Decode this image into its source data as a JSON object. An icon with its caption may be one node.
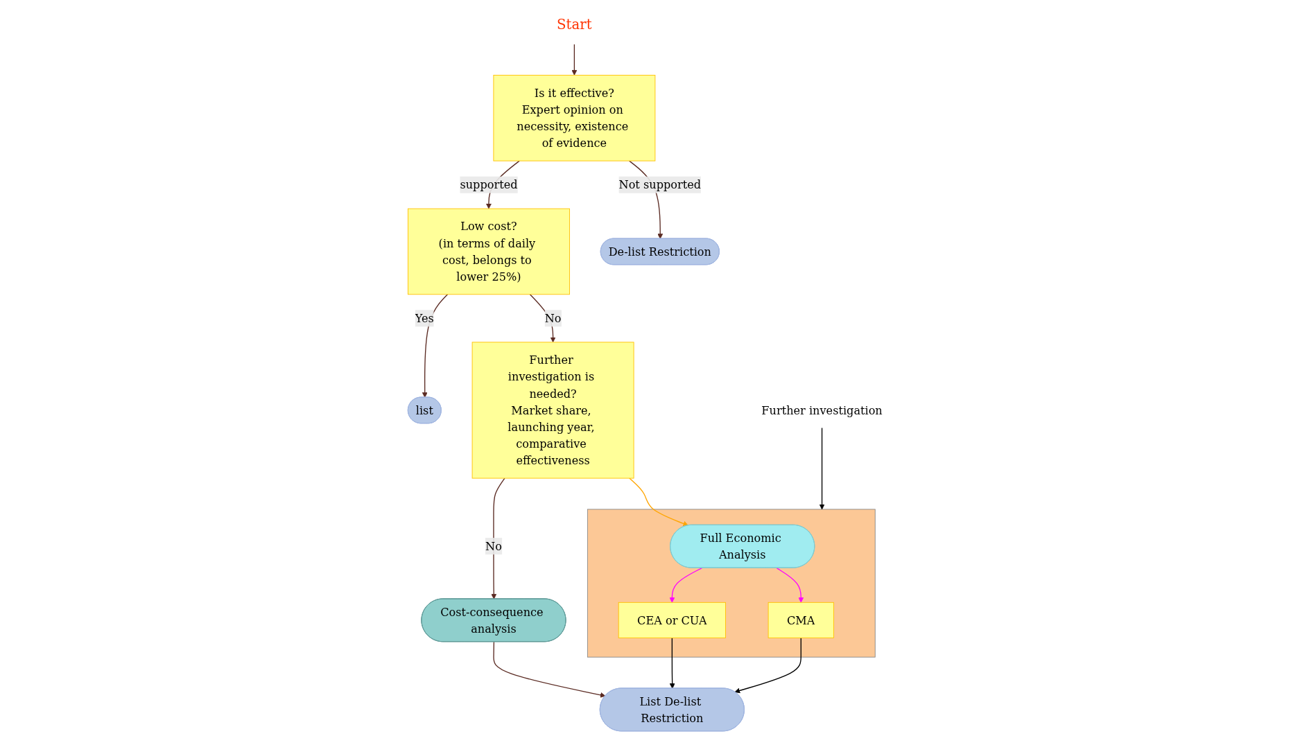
{
  "diagram": {
    "nodes": [
      {
        "text": [
          "Start"
        ]
      },
      {
        "text": [
          "Is it effective?",
          "Expert opinion on necessity, existence of evidence"
        ]
      },
      {
        "text": [
          "Low cost?",
          "(in terms of daily cost, belongs to lower 25%)"
        ]
      },
      {
        "text": [
          "list"
        ]
      },
      {
        "text": [
          "Further investigation is needed?",
          "Market share, launching year, comparative effectiveness"
        ]
      },
      {
        "text": [
          "De-list Restriction"
        ]
      },
      {
        "text": [],
        "shape": "triangle"
      },
      {
        "text": [
          "Full Economic Analysis"
        ],
        "in": 6
      },
      {
        "text": [
          "CEA or CUA"
        ],
        "in": 6
      },
      {
        "text": [
          "CMA"
        ],
        "in": 6
      },
      {
        "text": [
          "Cost-consequence analysis"
        ]
      },
      {
        "text": [
          "List De-list Restriction"
        ]
      },
      {
        "text": [
          "Further investigation"
        ]
      }
    ],
    "edges": [
      {
        "from": 0,
        "to": 1,
        "arrow": "to"
      },
      {
        "from": 1,
        "to": 2,
        "label": "supported",
        "arrow": "to"
      },
      {
        "from": 2,
        "to": 3,
        "label": "Yes",
        "arrow": "to"
      },
      {
        "from": 2,
        "to": 4,
        "label": "No",
        "arrow": "to"
      },
      {
        "from": 1,
        "to": 5,
        "label": "Not supported",
        "arrow": "to"
      },
      {
        "from": 4,
        "to": 7,
        "arrow": "to",
        "color": "#ffa500"
      },
      {
        "from": 4,
        "to": 10,
        "label": "No",
        "arrow": "to"
      },
      {
        "from": 7,
        "to": 8,
        "arrow": "to",
        "color": "#ff00ff"
      },
      {
        "from": 7,
        "to": 9,
        "arrow": "to",
        "color": "#ff00ff"
      },
      {
        "from": 10,
        "to": 11,
        "arrow": "to"
      },
      {
        "from": 8,
        "to": 11,
        "arrow": "to",
        "color": "#000000"
      },
      {
        "from": 9,
        "to": 11,
        "arrow": "to",
        "color": "#000000"
      },
      {
        "from": 12,
        "to": 6,
        "arrow": "to",
        "color": "#000000"
      }
    ]
  }
}
